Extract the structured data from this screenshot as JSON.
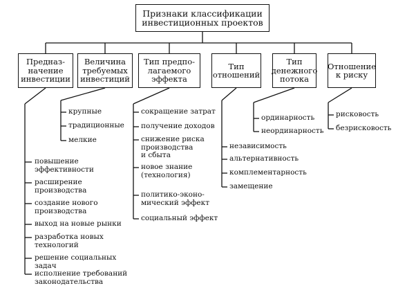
{
  "root": "Признаки классификации\nинвестиционных проектов",
  "categories": [
    {
      "title": "Предназ-\nначение\nинвестиции",
      "items": [
        "повышение\nэффективности",
        "расширение\nпроизводства",
        "создание нового\nпроизводства",
        "выход на новые рынки",
        "разработка новых\nтехнологий",
        "решение социальных\nзадач",
        "исполнение требований\nзаконодательства"
      ]
    },
    {
      "title": "Величина\nтребуемых\nинвестиций",
      "items": [
        "крупные",
        "традиционные",
        "мелкие"
      ]
    },
    {
      "title": "Тип предпо-\nлагаемого\nэффекта",
      "items": [
        "сокращение затрат",
        "получение доходов",
        "снижение риска\nпроизводства\nи сбыта",
        "новое знание\n(технология)",
        "политико-эконо-\nмический эффект",
        "социальный эффект"
      ]
    },
    {
      "title": "Тип\nотношений",
      "items": [
        "независимость",
        "альтернативность",
        "комплементарность",
        "замещение"
      ]
    },
    {
      "title": "Тип\nденежного\nпотока",
      "items": [
        "ординарность",
        "неординарность"
      ]
    },
    {
      "title": "Отношение\nк риску",
      "items": [
        "рисковость",
        "безрисковость"
      ]
    }
  ]
}
